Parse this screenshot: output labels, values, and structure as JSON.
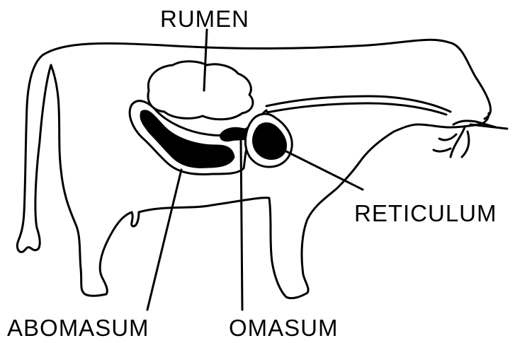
{
  "labels": {
    "rumen": "RUMEN",
    "reticulum": "RETICULUM",
    "abomasum": "ABOMASUM",
    "omasum": "OMASUM"
  },
  "colors": {
    "outline": "#000000",
    "background": "#ffffff"
  }
}
